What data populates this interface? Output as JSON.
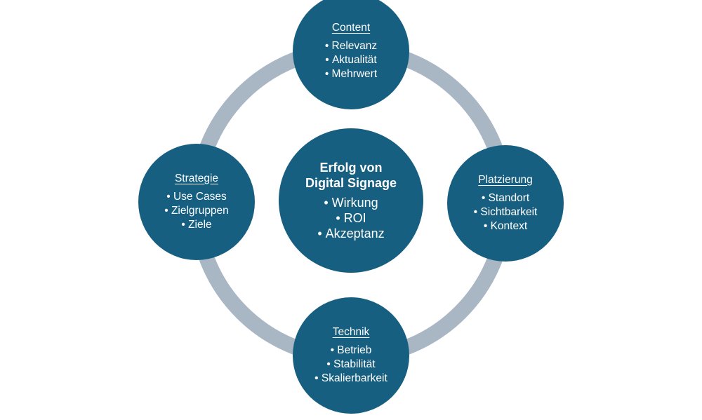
{
  "diagram": {
    "colors": {
      "node_fill": "#165f80",
      "ring": "#a9b6c4",
      "text": "#ffffff"
    },
    "center": {
      "title_line1": "Erfolg von",
      "title_line2": "Digital Signage",
      "items": [
        "Wirkung",
        "ROI",
        "Akzeptanz"
      ]
    },
    "nodes": {
      "content": {
        "title": "Content",
        "items": [
          "Relevanz",
          "Aktualität",
          "Mehrwert"
        ]
      },
      "platzierung": {
        "title": "Platzierung",
        "items": [
          "Standort",
          "Sichtbarkeit",
          "Kontext"
        ]
      },
      "technik": {
        "title": "Technik",
        "items": [
          "Betrieb",
          "Stabilität",
          "Skalierbarkeit"
        ]
      },
      "strategie": {
        "title": "Strategie",
        "items": [
          "Use Cases",
          "Zielgruppen",
          "Ziele"
        ]
      }
    }
  }
}
